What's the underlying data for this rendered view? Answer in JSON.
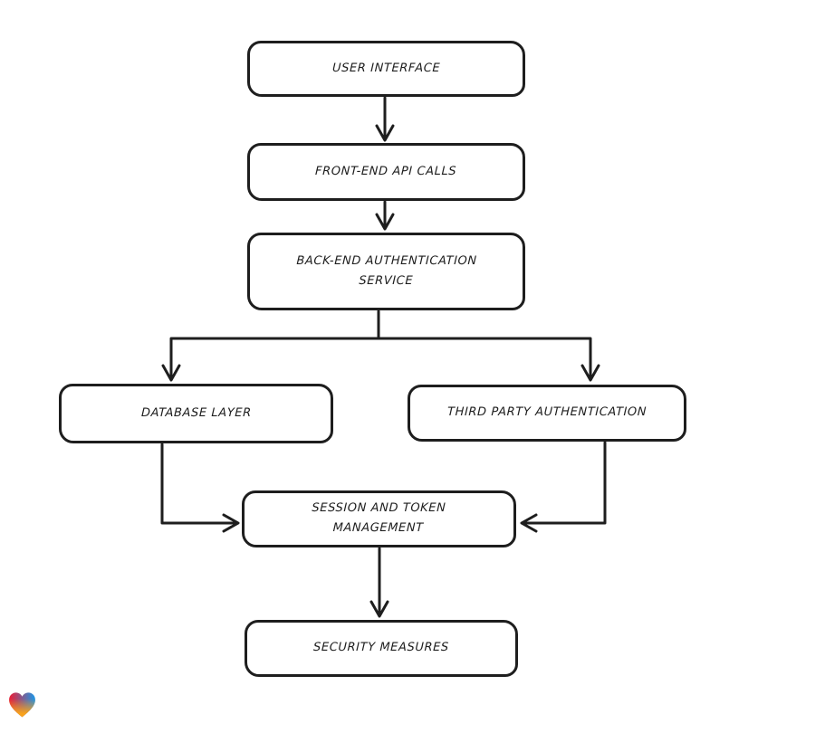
{
  "diagram": {
    "stroke_color": "#1e1e1e",
    "background_color": "#ffffff",
    "nodes": [
      {
        "id": "user-interface",
        "label": "USER INTERFACE"
      },
      {
        "id": "front-end-api-calls",
        "label": "FRONT-END API CALLS"
      },
      {
        "id": "back-end-authentication-service",
        "label": "BACK-END AUTHENTICATION\nSERVICE"
      },
      {
        "id": "database-layer",
        "label": "DATABASE LAYER"
      },
      {
        "id": "third-party-authentication",
        "label": "THIRD PARTY AUTHENTICATION"
      },
      {
        "id": "session-and-token-management",
        "label": "SESSION AND TOKEN\nMANAGEMENT"
      },
      {
        "id": "security-measures",
        "label": "SECURITY MEASURES"
      }
    ],
    "edges": [
      {
        "from": "user-interface",
        "to": "front-end-api-calls"
      },
      {
        "from": "front-end-api-calls",
        "to": "back-end-authentication-service"
      },
      {
        "from": "back-end-authentication-service",
        "to": "database-layer"
      },
      {
        "from": "back-end-authentication-service",
        "to": "third-party-authentication"
      },
      {
        "from": "database-layer",
        "to": "session-and-token-management"
      },
      {
        "from": "third-party-authentication",
        "to": "session-and-token-management"
      },
      {
        "from": "session-and-token-management",
        "to": "security-measures"
      }
    ]
  },
  "footer": {
    "logo": {
      "name": "heart-logo",
      "colors": {
        "red": "#e3223c",
        "blue": "#2492e0",
        "orange": "#f8a21c"
      }
    }
  }
}
